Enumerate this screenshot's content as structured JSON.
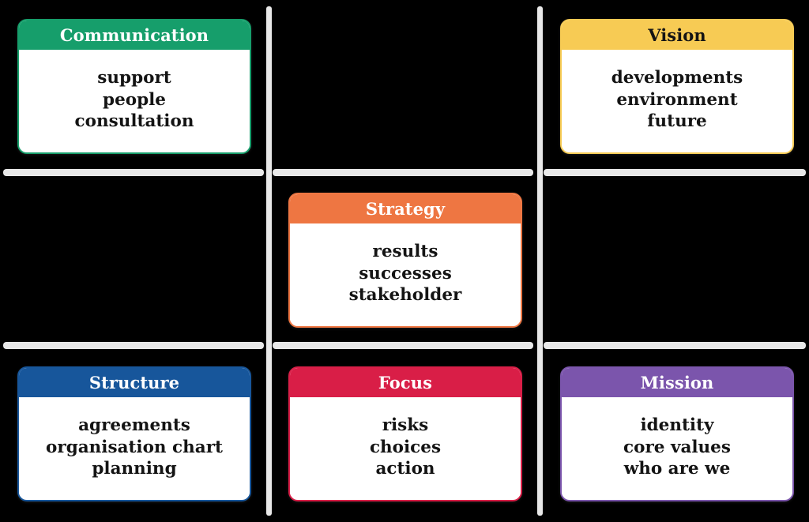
{
  "diagram": {
    "type": "six-cell-matrix",
    "background_color": "#000000",
    "divider_color": "#e8e8e8",
    "cards": [
      {
        "id": "communication",
        "title": "Communication",
        "header_color": "#169E6B",
        "title_color": "#ffffff",
        "cell": "top-left",
        "lines": [
          "support",
          "people",
          "consultation"
        ]
      },
      {
        "id": "vision",
        "title": "Vision",
        "header_color": "#F7CB54",
        "title_color": "#141414",
        "cell": "top-right",
        "lines": [
          "developments",
          "environment",
          "future"
        ]
      },
      {
        "id": "strategy",
        "title": "Strategy",
        "header_color": "#EE7642",
        "title_color": "#ffffff",
        "cell": "middle-center",
        "lines": [
          "results",
          "successes",
          "stakeholder"
        ]
      },
      {
        "id": "structure",
        "title": "Structure",
        "header_color": "#17569B",
        "title_color": "#ffffff",
        "cell": "bottom-left",
        "lines": [
          "agreements",
          "organisation chart",
          "planning"
        ]
      },
      {
        "id": "focus",
        "title": "Focus",
        "header_color": "#D91E47",
        "title_color": "#ffffff",
        "cell": "bottom-center",
        "lines": [
          "risks",
          "choices",
          "action"
        ]
      },
      {
        "id": "mission",
        "title": "Mission",
        "header_color": "#7B55AC",
        "title_color": "#ffffff",
        "cell": "bottom-right",
        "lines": [
          "identity",
          "core values",
          "who are we"
        ]
      }
    ]
  }
}
